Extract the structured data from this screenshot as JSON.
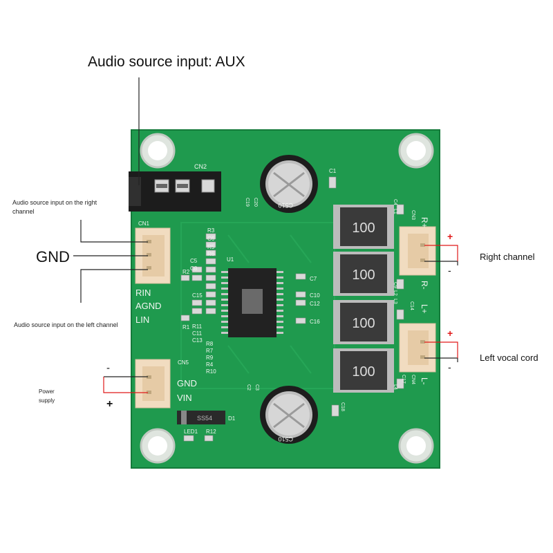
{
  "labels": {
    "title": "Audio source input: AUX",
    "right_input": "Audio source input on the right channel",
    "gnd": "GND",
    "left_input": "Audio source input on the left channel",
    "power_supply": "Power supply",
    "right_channel": "Right channel",
    "left_vocal": "Left vocal cord",
    "minus": "-",
    "plus": "+"
  },
  "silkscreen": {
    "cn1": "CN1",
    "cn2": "CN2",
    "cn3": "CN3",
    "cn4": "CN4",
    "cn5": "CN5",
    "rin": "RIN",
    "agnd": "AGND",
    "lin": "LIN",
    "gnd": "GND",
    "vin": "VIN",
    "r_plus": "R+",
    "r_minus": "R-",
    "l_plus": "L+",
    "l_minus": "L-",
    "inductor": "100",
    "cap": "C510",
    "u1": "U1",
    "d1": "D1",
    "led1": "LED1",
    "r12": "R12",
    "diode": "SS54",
    "c1": "C1",
    "c2": "C2",
    "c3": "C3",
    "c4": "C4",
    "c5": "C5",
    "c6": "C6",
    "c7": "C7",
    "c8": "C8",
    "c9": "C9",
    "c10": "C10",
    "c11": "C11",
    "c12": "C12",
    "c13": "C13",
    "c14": "C14",
    "c15": "C15",
    "c16": "C16",
    "c17": "C17",
    "c18": "C18",
    "c19": "C19",
    "c20": "C20",
    "r1": "R1",
    "r2": "R2",
    "r3": "R3",
    "r4": "R4",
    "r5": "R5",
    "r6": "R6",
    "r7": "R7",
    "r8": "R8",
    "r9": "R9",
    "r10": "R10",
    "r11": "R11",
    "l1": "L1",
    "l2": "L2",
    "l3": "L3",
    "l4": "L4"
  },
  "colors": {
    "board": "#1f9a4e",
    "wire_red": "#e01818",
    "connector": "#f1dcc0"
  }
}
